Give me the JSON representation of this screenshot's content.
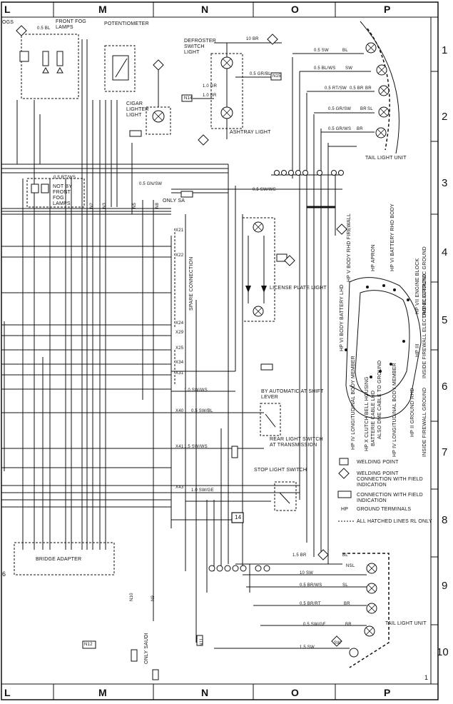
{
  "columns": [
    "L",
    "M",
    "N",
    "O",
    "P"
  ],
  "rows": [
    "1",
    "2",
    "3",
    "4",
    "5",
    "6",
    "7",
    "8",
    "9",
    "10"
  ],
  "page_number": "1",
  "labels": {
    "front_fog": "FRONT FOG LAMPS",
    "potentiometer": "POTENTIOMETER",
    "defroster": "DEFROSTER SWITCH LIGHT",
    "cigar": "CIGAR LIGHTER LIGHT",
    "ashtray": "ASHTRAY LIGHT",
    "tail_top": "TAIL LIGHT UNIT",
    "tail_bottom": "TAIL LIGHT UNIT",
    "not_by": "NOT BY FRONT FOG LAMPS",
    "only_sa": "ONLY SA",
    "spare": "SPARE CONNECTION",
    "license": "LICENSE PLATE LIGHT",
    "automatic": "BY AUTOMATIC AT SHIFT LEVER",
    "rear_switch": "REAR LIGHT SWITCH AT TRANSMISSION",
    "stop_switch": "STOP LIGHT SWITCH",
    "bridge": "BRIDGE ADAPTER",
    "only_saudi": "ONLY SAUDI",
    "ogs": "OGS",
    "row6_left": "6"
  },
  "ground_labels": {
    "hp5": "HP V BODY RHD FIREWALL",
    "hp_apron": "HP APRON",
    "hp6": "HP VI BATTERY RHD BODY",
    "hp7": "HP VII ENGINE BLOCK",
    "hp7b": "DME ELECTRONIC GROUND",
    "hp3": "HP III",
    "hp3b": "INSIDE FIREWALL ELECTRONIC GROUND",
    "hp_vi_body": "HP VI BODY BATTERY LHD",
    "hp4": "HP IV LONGITUDINAL BODY MEMBER",
    "hp8": "HP X CLUTCH BELL HOUSING",
    "hp8b": "BATTERIE CABLE LHD",
    "hp8c": "ALSO DME CABLE TO GROUND",
    "hp2": "HP II GROUND RHD",
    "hp2b": "INSIDE FIREWALL GROUND",
    "hp9": "HP IV LONGITUDINAL BODY MEMBER"
  },
  "legend": {
    "welding": "WELDING POINT",
    "welding_conn": "WELDING POINT CONNECTION WITH FIELD INDICATION",
    "conn_field": "CONNECTION WITH FIELD INDICATION",
    "hp_label": "HP",
    "ground_terminals": "GROUND TERMINALS",
    "hatched": "ALL HATCHED LINES RL ONLY"
  },
  "wire_labels": [
    "0.5 BL",
    "0.5 SW",
    "0.5 RT/SW",
    "0.5 BR",
    "0.5 GR/WS",
    "10 BR",
    "10 SW",
    "1.5 SW",
    "0.5 BL/WS",
    "0.5 GR/SW",
    "0.5 GR/BL",
    "0.5 SW/WS",
    "1.0 BR",
    "1.5 BR",
    "0.5 SW/GE",
    "0.5 BR/WS",
    "0.5 BR/RT",
    "1.0 SW/GE",
    "0.5 SW/BL",
    "1.0 SW/WS",
    "1.5 SW/WS",
    "1.0 GR",
    "0.5 GN/SW",
    "0.5 RT/WS"
  ],
  "terminal_labels": [
    "N2",
    "N3",
    "N5",
    "N8",
    "N9",
    "N10",
    "N11",
    "N12",
    "N14",
    "N15",
    "X21",
    "X22",
    "X24",
    "X25",
    "X34",
    "X29",
    "X31",
    "X40",
    "X41",
    "X43"
  ],
  "tail_terminals_top": [
    "BL",
    "BR",
    "SW",
    "BR",
    "BR",
    "SL"
  ],
  "tail_terminals_bottom": [
    "NSL",
    "BL",
    "SL",
    "BR",
    "SW",
    "BR"
  ],
  "connector_box": "14"
}
